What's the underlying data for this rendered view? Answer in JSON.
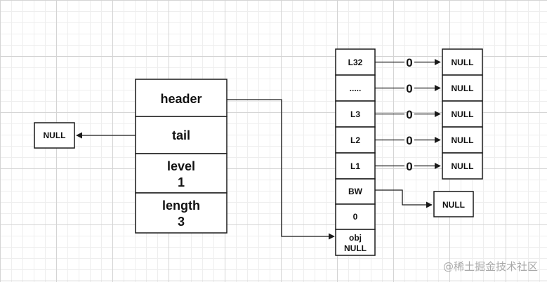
{
  "skiplist": {
    "header": "header",
    "tail": "tail",
    "level_label": "level",
    "level_value": "1",
    "length_label": "length",
    "length_value": "3"
  },
  "tail_null": "NULL",
  "node": {
    "levels": [
      {
        "label": "L32",
        "span": "0",
        "target": "NULL"
      },
      {
        "label": ".....",
        "span": "0",
        "target": "NULL"
      },
      {
        "label": "L3",
        "span": "0",
        "target": "NULL"
      },
      {
        "label": "L2",
        "span": "0",
        "target": "NULL"
      },
      {
        "label": "L1",
        "span": "0",
        "target": "NULL"
      }
    ],
    "backward": {
      "label": "BW",
      "target": "NULL"
    },
    "score": "0",
    "obj_label": "obj",
    "obj_value": "NULL"
  },
  "watermark": "@稀土掘金技术社区"
}
